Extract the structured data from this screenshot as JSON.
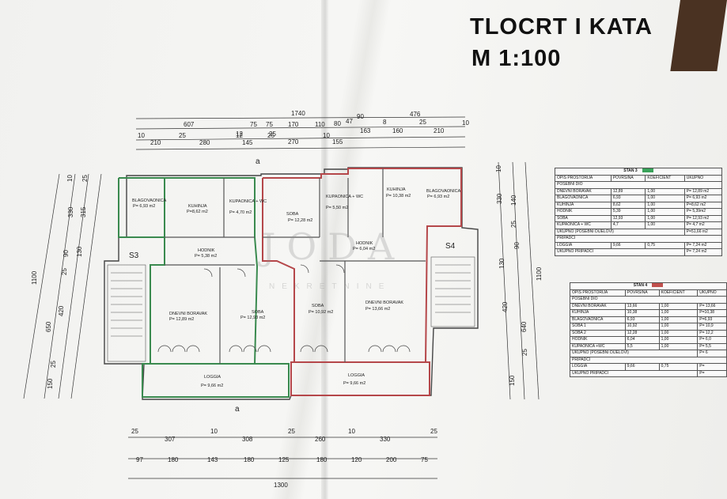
{
  "title": {
    "line1": "TLOCRT I KATA",
    "line2": "M 1:100"
  },
  "watermark": {
    "main": "JODA",
    "sub": "NEKRETNINE"
  },
  "section_marker": "a",
  "stair_labels": [
    "S3",
    "S4"
  ],
  "dims_top": {
    "total": "1740",
    "row1": [
      "607",
      "75",
      "75",
      "170",
      "110",
      "80",
      "47",
      "90",
      "476"
    ],
    "row2": [
      "12",
      "25",
      "8",
      "25"
    ],
    "row3": [
      "10",
      "210",
      "25",
      "280",
      "12",
      "145",
      "25",
      "270",
      "10",
      "155",
      "163",
      "160",
      "210",
      "10"
    ]
  },
  "dims_bottom": {
    "total": "1300",
    "row1": [
      "25",
      "307",
      "10",
      "308",
      "25",
      "260",
      "10",
      "330",
      "25"
    ],
    "row2": [
      "97",
      "180",
      "143",
      "180",
      "125",
      "180",
      "120",
      "200",
      "75"
    ]
  },
  "dims_left": {
    "total": "1100",
    "col1": [
      "10",
      "25",
      "330",
      "315",
      "90",
      "130",
      "25",
      "420",
      "650",
      "25",
      "150"
    ]
  },
  "dims_right": {
    "total": "1100",
    "col1": [
      "10",
      "330",
      "140",
      "25",
      "90",
      "130",
      "420",
      "640",
      "25",
      "150"
    ]
  },
  "rooms": [
    {
      "name": "BLAGOVAONICA",
      "area": "P= 6,93 m2"
    },
    {
      "name": "KUHINJA",
      "area": "P=8,62 m2"
    },
    {
      "name": "KUPAONICA + WC",
      "area": "P= 4,70 m2"
    },
    {
      "name": "HODNIK",
      "area": "P= 5,38 m2"
    },
    {
      "name": "DNEVNI BORAVAK",
      "area": "P= 12,89 m2"
    },
    {
      "name": "SOBA",
      "area": "P= 12,93 m2"
    },
    {
      "name": "LOGGIA",
      "area": "P= 9,66 m2"
    },
    {
      "name": "SOBA",
      "area": "P= 12,28 m2"
    },
    {
      "name": "KUPAONICA + WC",
      "area": "P= 5,50 m2"
    },
    {
      "name": "KUHINJA",
      "area": "P= 10,38 m2"
    },
    {
      "name": "BLAGOVAONICA",
      "area": "P= 6,93 m2"
    },
    {
      "name": "HODNIK",
      "area": "P= 6,04 m2"
    },
    {
      "name": "SOBA",
      "area": "P= 10,92 m2"
    },
    {
      "name": "DNEVNI BORAVAK",
      "area": "P= 13,66 m2"
    },
    {
      "name": "LOGGIA",
      "area": "P= 9,66 m2"
    }
  ],
  "stan3": {
    "title": "STAN 3",
    "color": "#3aa35a",
    "headers": [
      "OPIS PROSTORIJA",
      "POVRŠINA",
      "KOEFICIENT",
      "UKUPNO"
    ],
    "section1": "POSEBNI DIO",
    "rows": [
      [
        "DNEVNI BORAVAK",
        "12,89",
        "1,00",
        "P= 12,89 m2"
      ],
      [
        "BLAGOVAONICA",
        "6,93",
        "1,00",
        "P= 6,93 m2"
      ],
      [
        "KUHINJA",
        "8,62",
        "1,00",
        "P=8,62 m2"
      ],
      [
        "HODNIK",
        "5,39",
        "1,00",
        "P= 5,39m2"
      ],
      [
        "SOBA",
        "12,93",
        "1,00",
        "P= 12,93 m2"
      ],
      [
        "KUPAONICA + WC",
        "4,7",
        "1,00",
        "P= 4,7 m2"
      ]
    ],
    "total_label": "UKUPNO (POSEBNI DIJELOVI)",
    "total_value": "P=51,66 m2",
    "section2": "PRIPADCI",
    "extra_rows": [
      [
        "LOGGIA",
        "9,66",
        "0,75",
        "P= 7,24 m2"
      ]
    ],
    "extra_total_label": "UKUPNO PRIPADCI",
    "extra_total_value": "P= 7,24 m2"
  },
  "stan4": {
    "title": "STAN 4",
    "color": "#c0504d",
    "headers": [
      "OPIS PROSTORIJA",
      "POVRŠINA",
      "KOEFICIENT",
      "UKUPNO"
    ],
    "section1": "POSEBNI DIO",
    "rows": [
      [
        "DNEVNI BORAVAK",
        "13,66",
        "1,00",
        "P= 13,66"
      ],
      [
        "KUHINJA",
        "10,38",
        "1,00",
        "P=10,38"
      ],
      [
        "BLAGOVAONICA",
        "6,93",
        "1,00",
        "P=6,93"
      ],
      [
        "SOBA 1",
        "10,92",
        "1,00",
        "P= 10,9"
      ],
      [
        "SOBA 2",
        "12,28",
        "1,00",
        "P= 12,2"
      ],
      [
        "HODNIK",
        "6,04",
        "1,00",
        "P= 6,0"
      ],
      [
        "KUPAONICA +WC",
        "5,5",
        "1,00",
        "P= 5,5"
      ]
    ],
    "total_label": "UKUPNO (POSEBNI DIJELOVI)",
    "total_value": "P= 6",
    "section2": "PRIPADCI",
    "extra_rows": [
      [
        "LOGGIA",
        "9,66",
        "0,75",
        "P="
      ]
    ],
    "extra_total_label": "UKUPNO PRIPADCI",
    "extra_total_value": "P="
  }
}
